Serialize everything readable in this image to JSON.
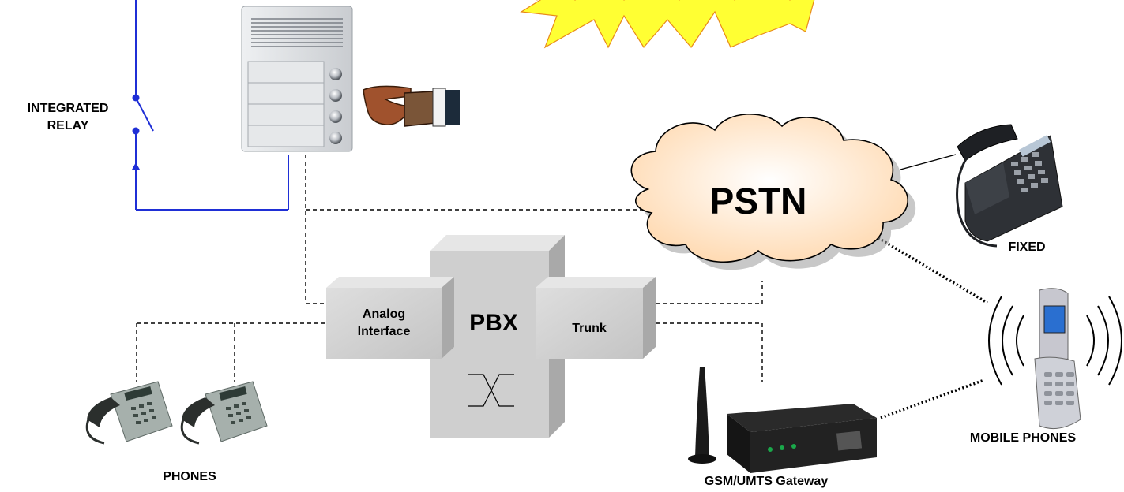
{
  "labels": {
    "relay_line1": "INTEGRATED",
    "relay_line2": "RELAY",
    "pstn": "PSTN",
    "fixed": "FIXED",
    "analog_line1": "Analog",
    "analog_line2": "Interface",
    "pbx": "PBX",
    "trunk": "Trunk",
    "phones": "PHONES",
    "gateway": "GSM/UMTS Gateway",
    "mobile_phones": "MOBILE PHONES"
  },
  "colors": {
    "relay_wire": "#1f2fd6",
    "starburst_fill": "#ffff33",
    "starburst_stroke": "#e88a1a",
    "box_fill": "#cfcfcf",
    "cloud_fill": "#ffe2c4"
  },
  "icons": {
    "intercom": "door-intercom-panel",
    "hand": "pointing-hand-icon",
    "fixed_phone": "desk-phone-icon",
    "mobile": "flip-mobile-phone-icon",
    "gateway": "gsm-gateway-device",
    "office_phones": "office-phone-icon"
  }
}
